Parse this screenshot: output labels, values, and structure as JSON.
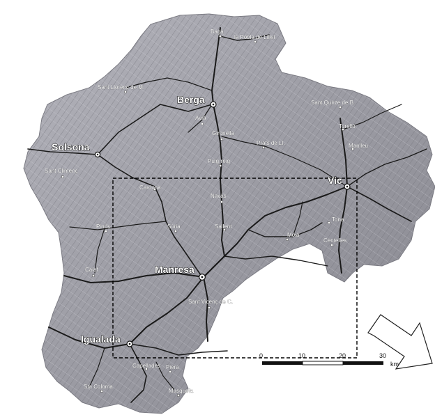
{
  "colors": {
    "terrain": "#9a9aa2",
    "road": "#1a1a1a",
    "dot": "#ffffff",
    "frame": "#000000"
  },
  "towns": {
    "bagà": "Bagà",
    "la_pobla_de_lillet": "la Pobla de Lillet",
    "sant_llorenc_de_morunys": "Sant Llorenç de M.",
    "berga": "Berga",
    "avia": "Avià",
    "gironella": "Gironella",
    "sant_quirze_de_besora": "Sant Quirze de B.",
    "torello": "Torelló",
    "manlleu": "Manlleu",
    "prats_de_llucanes": "Prats de Ll.",
    "solsona": "Solsona",
    "sant_climenc": "Sant Climenç",
    "puig_reig": "Puig-reig",
    "vic": "Vic",
    "cardona": "Cardona",
    "navas": "Navàs",
    "pinos": "Pinós",
    "suria": "Súria",
    "sallent": "Sallent",
    "tona": "Tona",
    "moia": "Moià",
    "centelles": "Centelles",
    "calaf": "Calaf",
    "manresa": "Manresa",
    "sant_vicenc_de_castellet": "Sant Vicenç de C.",
    "igualada": "Igualada",
    "capellades": "Capellades",
    "piera": "Piera",
    "masquefa": "Masquefa",
    "santa_coloma": "Sta Coloma"
  },
  "scale": {
    "ticks": [
      "0",
      "10",
      "20",
      "30"
    ],
    "unit": "km"
  },
  "icons": {
    "direction_arrow": "arrow-right-down-icon",
    "urban_centre": "circle-dot-icon"
  }
}
